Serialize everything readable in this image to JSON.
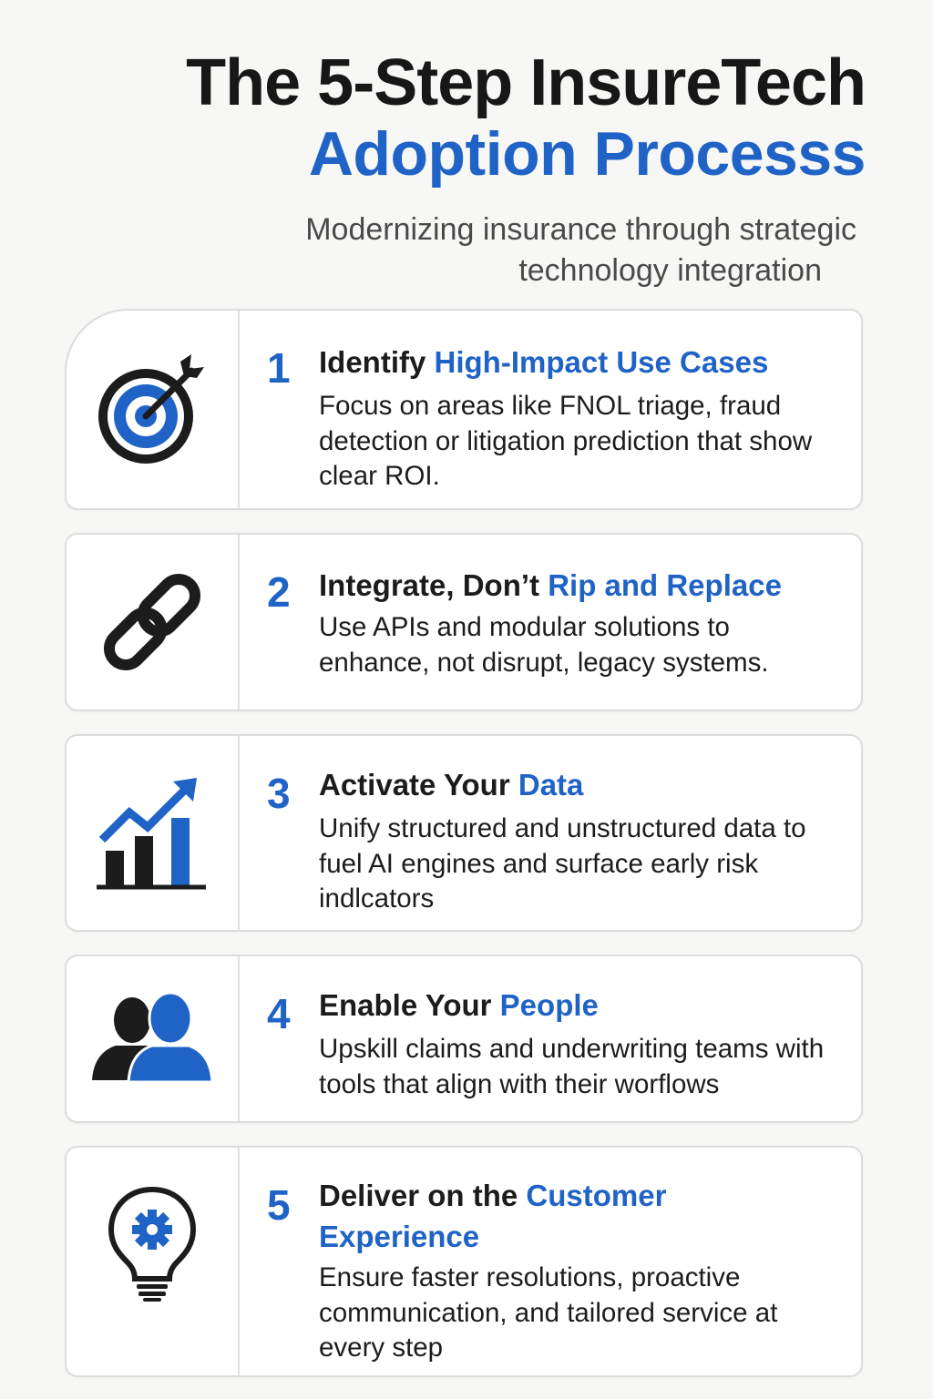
{
  "header": {
    "title_line1": "The 5-Step InsureTech",
    "title_line2": "Adoption Processs",
    "subtitle_line1": "Modernizing insurance through strategic",
    "subtitle_line2": "technology integration"
  },
  "colors": {
    "accent": "#1f63c6",
    "dark": "#1c1c1c",
    "background": "#f7f7f6"
  },
  "steps": [
    {
      "number": "1",
      "title_plain": "Identify ",
      "title_highlight": "High-Impact Use Cases",
      "title_plain_after": "",
      "body": "Focus on areas like FNOL triage, fraud detection or litigation prediction that show clear ROI.",
      "icon": "target-icon"
    },
    {
      "number": "2",
      "title_plain": "Integrate, Don’t ",
      "title_highlight": "Rip and Replace",
      "title_plain_after": "",
      "body": "Use APIs and modular solutions to enhance, not disrupt, legacy systems.",
      "icon": "chain-link-icon"
    },
    {
      "number": "3",
      "title_plain": "Activate Your ",
      "title_highlight": "Data",
      "title_plain_after": "",
      "body": "Unify structured and unstructured data to fuel AI engines and surface early risk indlcators",
      "icon": "growth-chart-icon"
    },
    {
      "number": "4",
      "title_plain": "Enable Your ",
      "title_highlight": "People",
      "title_plain_after": "",
      "body": "Upskill claims and underwriting teams with tools that align with their worflows",
      "icon": "people-icon"
    },
    {
      "number": "5",
      "title_plain": "Deliver on the ",
      "title_highlight": "Customer Experience",
      "title_plain_after": "",
      "body": "Ensure faster resolutions, proactive communication, and tailored service at every step",
      "icon": "lightbulb-gear-icon"
    }
  ]
}
